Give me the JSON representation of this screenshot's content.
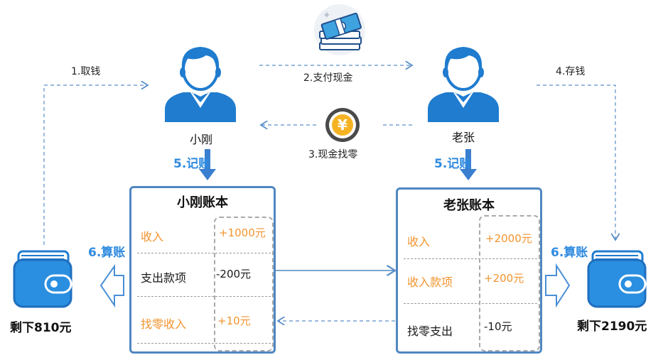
{
  "steps": {
    "withdraw": "1.取钱",
    "pay_cash": "2.支付现金",
    "change": "3.现金找零",
    "deposit": "4.存钱",
    "record_left": "5.记账",
    "record_right": "5.记账",
    "settle_left": "6.算账",
    "settle_right": "6.算账"
  },
  "people": {
    "left_name": "小刚",
    "right_name": "老张"
  },
  "ledger_left": {
    "title": "小刚账本",
    "rows": [
      {
        "label": "收入",
        "value": "+1000元"
      },
      {
        "label": "支出款项",
        "value": "-200元"
      },
      {
        "label": "找零收入",
        "value": "+10元"
      }
    ]
  },
  "ledger_right": {
    "title": "老张账本",
    "rows": [
      {
        "label": "收入",
        "value": "+2000元"
      },
      {
        "label": "收入款项",
        "value": "+200元"
      },
      {
        "label": "找零支出",
        "value": "-10元"
      }
    ]
  },
  "wallets": {
    "left_balance": "剩下810元",
    "right_balance": "剩下2190元"
  },
  "icons": {
    "yuan_symbol": "¥"
  },
  "colors": {
    "primary_blue": "#1f7ccf",
    "label_blue": "#2f8be0",
    "orange": "#f2942e",
    "ledger_border": "#4f87c2"
  }
}
